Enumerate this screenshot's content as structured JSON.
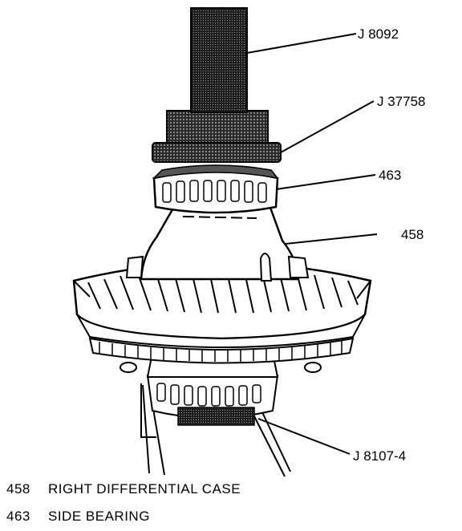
{
  "callouts": {
    "j8092": "J 8092",
    "j37758": "J 37758",
    "b463": "463",
    "c458": "458",
    "j8107": "J 8107-4"
  },
  "legend": [
    {
      "number": "458",
      "description": "RIGHT DIFFERENTIAL CASE"
    },
    {
      "number": "463",
      "description": "SIDE BEARING"
    }
  ]
}
